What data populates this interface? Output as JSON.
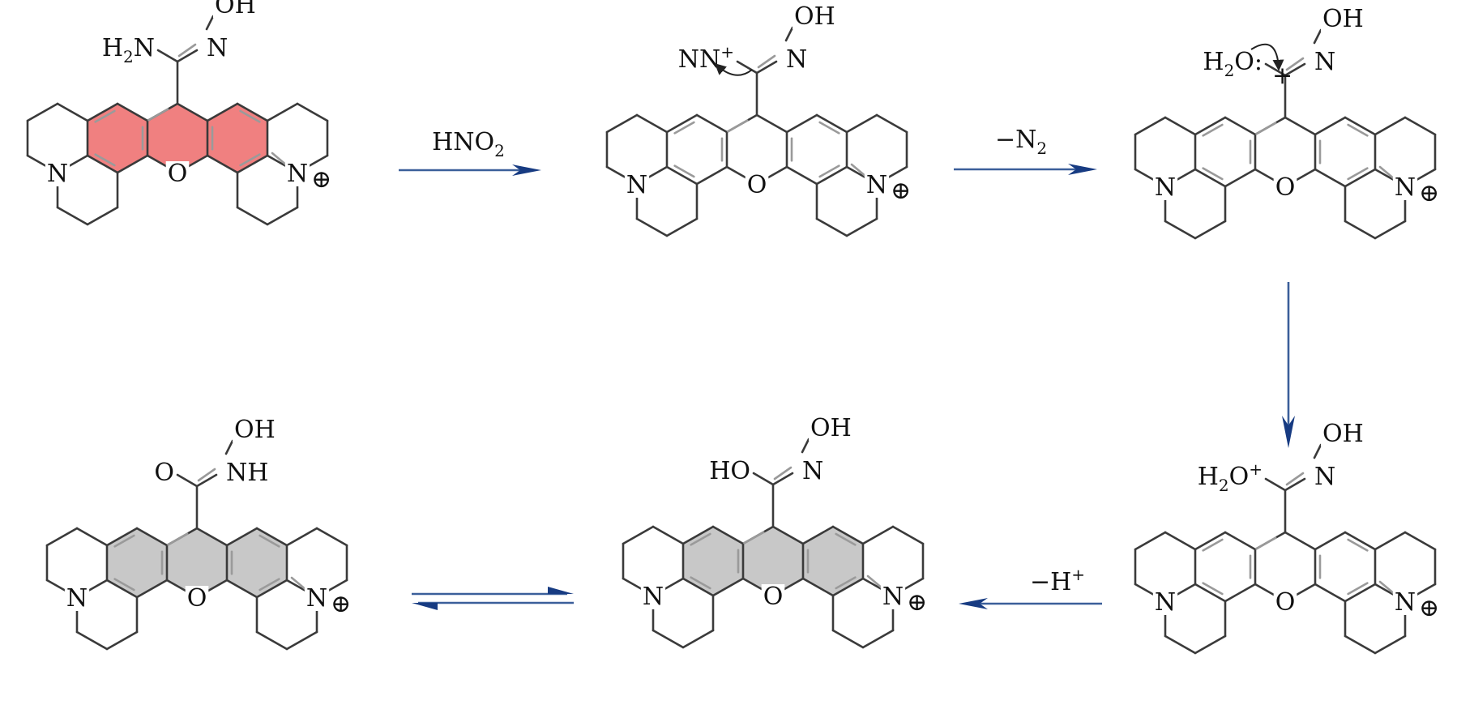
{
  "scheme": {
    "highlight_color": "#f08080",
    "shade_color": "#c8c8c8",
    "arrow_color": "#173b82",
    "structures": [
      {
        "id": "s1",
        "row": "top",
        "shade": "red",
        "substituent": [
          {
            "t": "H"
          },
          {
            "t": "2",
            "k": "sub"
          },
          {
            "t": "N"
          }
        ],
        "oxime_label": "OH",
        "oxime_n": "N",
        "ring_o": "O",
        "left_n": "N",
        "right_n": "N",
        "charge": "⊕"
      },
      {
        "id": "s2",
        "row": "top",
        "shade": "none",
        "substituent": [
          {
            "t": "N"
          },
          {
            "t": "N"
          },
          {
            "t": "+",
            "k": "sup"
          }
        ],
        "oxime_label": "OH",
        "oxime_n": "N",
        "ring_o": "O",
        "left_n": "N",
        "right_n": "N",
        "charge": "⊕"
      },
      {
        "id": "s3",
        "row": "top",
        "shade": "none",
        "substituent": [
          {
            "t": "H"
          },
          {
            "t": "2",
            "k": "sub"
          },
          {
            "t": "O:"
          }
        ],
        "carbon_charge": "+",
        "oxime_label": "OH",
        "oxime_n": "N",
        "ring_o": "O",
        "left_n": "N",
        "right_n": "N",
        "charge": "⊕"
      },
      {
        "id": "s4",
        "row": "bottom",
        "shade": "none",
        "substituent": [
          {
            "t": "H"
          },
          {
            "t": "2",
            "k": "sub"
          },
          {
            "t": "O"
          },
          {
            "t": "+",
            "k": "sup"
          }
        ],
        "oxime_label": "OH",
        "oxime_n": "N",
        "ring_o": "O",
        "left_n": "N",
        "right_n": "N",
        "charge": "⊕"
      },
      {
        "id": "s5",
        "row": "bottom",
        "shade": "gray",
        "substituent": [
          {
            "t": "HO"
          }
        ],
        "oxime_label": "OH",
        "oxime_n": "N",
        "ring_o": "O",
        "left_n": "N",
        "right_n": "N",
        "charge": "⊕"
      },
      {
        "id": "s6",
        "row": "bottom",
        "shade": "gray",
        "substituent": [
          {
            "t": "O"
          }
        ],
        "oxime_label": "OH",
        "oxime_n": "NH",
        "ring_o": "O",
        "left_n": "N",
        "right_n": "N",
        "charge": "⊕"
      }
    ],
    "reagents": [
      {
        "id": "r1",
        "parts": [
          {
            "t": "HNO"
          },
          {
            "t": "2",
            "k": "sub"
          }
        ]
      },
      {
        "id": "r2",
        "parts": [
          {
            "t": "−N"
          },
          {
            "t": "2",
            "k": "sub"
          }
        ]
      },
      {
        "id": "r3",
        "parts": [
          {
            "t": "−H"
          },
          {
            "t": "+",
            "k": "sup"
          }
        ]
      }
    ]
  }
}
